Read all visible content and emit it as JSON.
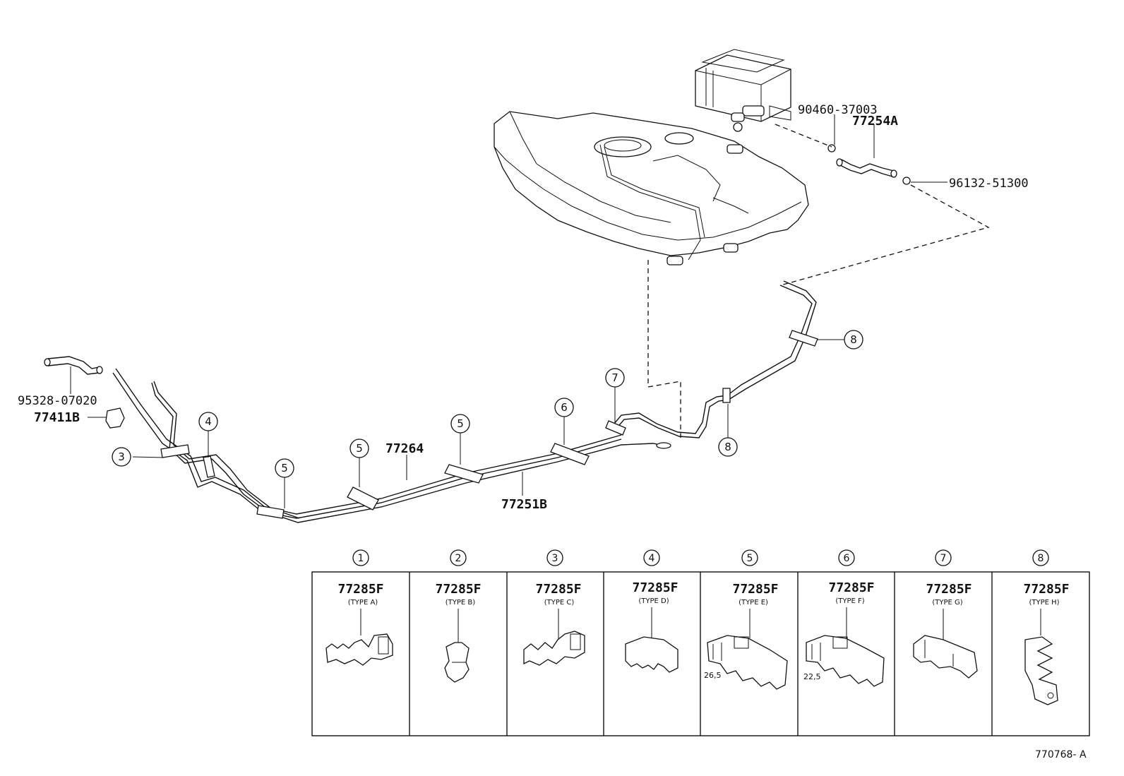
{
  "callouts": {
    "c90460": "90460-37003",
    "c77254A": "77254A",
    "c96132": "96132-51300",
    "c95328": "95328-07020",
    "c77411B": "77411B",
    "c77264": "77264",
    "c77251B": "77251B"
  },
  "clamp_refs": [
    {
      "num": "3"
    },
    {
      "num": "4"
    },
    {
      "num": "5"
    },
    {
      "num": "5"
    },
    {
      "num": "5"
    },
    {
      "num": "6"
    },
    {
      "num": "7"
    },
    {
      "num": "8"
    },
    {
      "num": "8"
    }
  ],
  "clamp_table": [
    {
      "num": "1",
      "part": "77285F",
      "type": "(TYPE A)",
      "dim": ""
    },
    {
      "num": "2",
      "part": "77285F",
      "type": "(TYPE B)",
      "dim": ""
    },
    {
      "num": "3",
      "part": "77285F",
      "type": "(TYPE C)",
      "dim": ""
    },
    {
      "num": "4",
      "part": "77285F",
      "type": "(TYPE D)",
      "dim": ""
    },
    {
      "num": "5",
      "part": "77285F",
      "type": "(TYPE E)",
      "dim": "26,5"
    },
    {
      "num": "6",
      "part": "77285F",
      "type": "(TYPE F)",
      "dim": "22,5"
    },
    {
      "num": "7",
      "part": "77285F",
      "type": "(TYPE G)",
      "dim": ""
    },
    {
      "num": "8",
      "part": "77285F",
      "type": "(TYPE H)",
      "dim": ""
    }
  ],
  "figure_id": "770768- A"
}
